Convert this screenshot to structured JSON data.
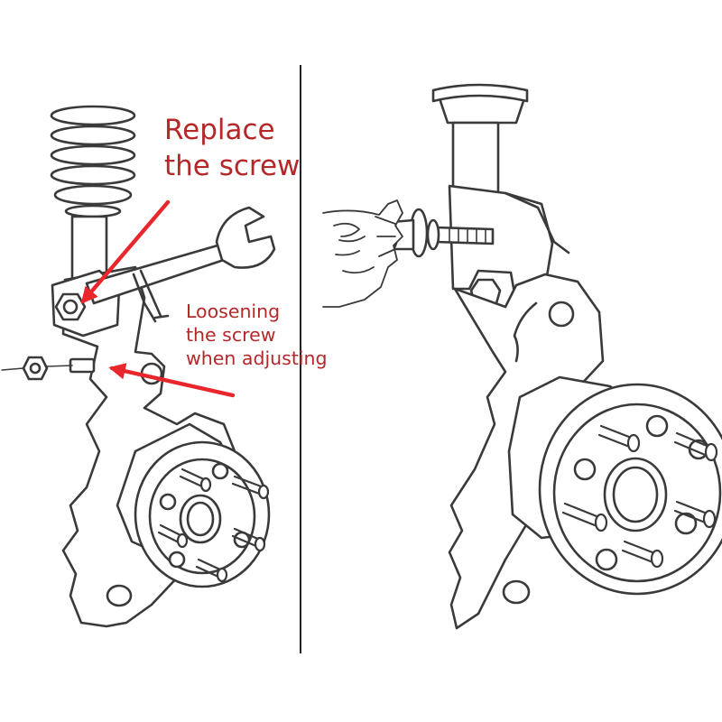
{
  "annotations": {
    "replace": {
      "lines": [
        "Replace",
        "the screw"
      ]
    },
    "loosen": {
      "lines": [
        "Loosening",
        "the screw",
        "when adjusting"
      ]
    }
  },
  "colors": {
    "annotation": "#b5282a",
    "arrow": "#e8262b",
    "line_art": "#3a3a3a",
    "fill": "#ffffff"
  }
}
